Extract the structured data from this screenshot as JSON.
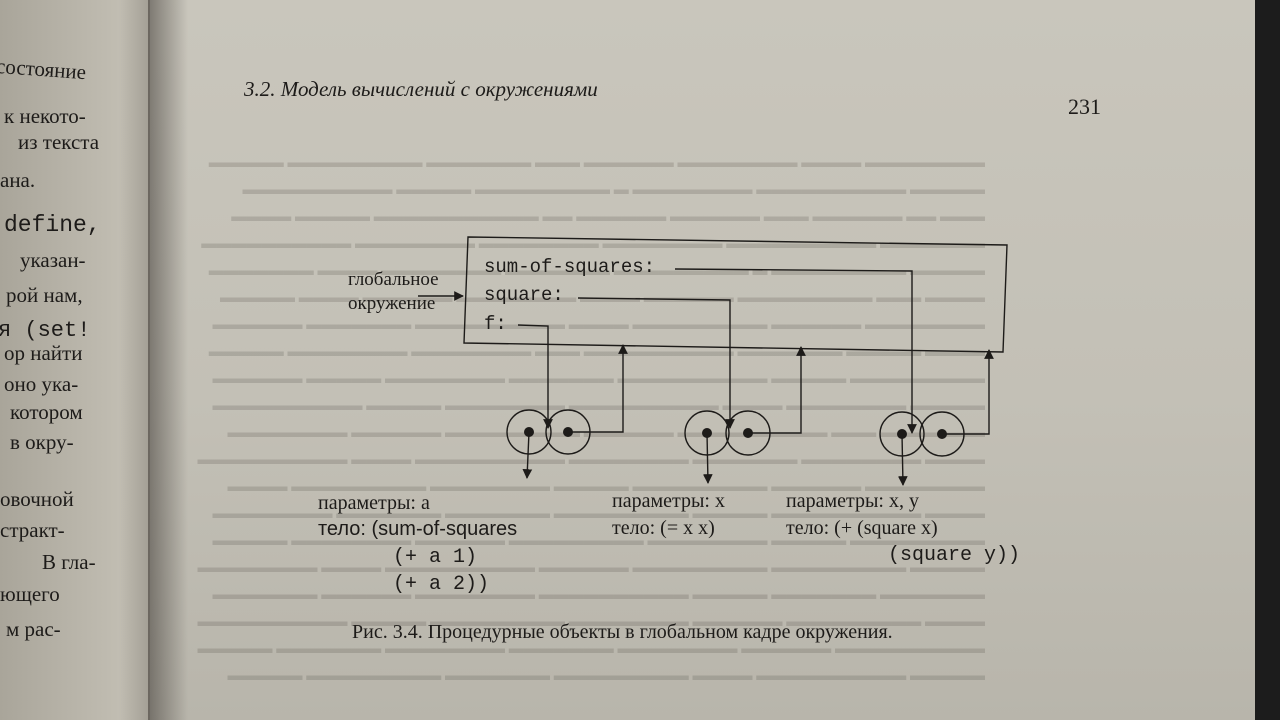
{
  "left_page": {
    "lines": [
      {
        "text": "состояние",
        "mono": false
      },
      {
        "text": "к некото-",
        "mono": false
      },
      {
        "text": "из текста",
        "mono": false
      },
      {
        "text": "ана.",
        "mono": false
      },
      {
        "text": "define,",
        "mono": true
      },
      {
        "text": "указан-",
        "mono": false
      },
      {
        "text": "рой нам,",
        "mono": false
      },
      {
        "text": "я (set!",
        "mono": true
      },
      {
        "text": "ор найти",
        "mono": false
      },
      {
        "text": "оно ука-",
        "mono": false
      },
      {
        "text": "котором",
        "mono": false
      },
      {
        "text": "в окру-",
        "mono": false
      },
      {
        "text": "овочной",
        "mono": false
      },
      {
        "text": "стракт-",
        "mono": false
      },
      {
        "text": "В гла-",
        "mono": false
      },
      {
        "text": "ющего",
        "mono": false
      },
      {
        "text": "м рас-",
        "mono": false
      }
    ]
  },
  "header": {
    "section_title": "3.2. Модель вычислений с окружениями",
    "page_number": "231"
  },
  "diagram": {
    "global_env_label_line1": "глобальное",
    "global_env_label_line2": "окружение",
    "bindings": [
      "sum-of-squares:",
      "square:",
      "f:"
    ],
    "procedures": [
      {
        "params": "параметры: a",
        "body": [
          "тело: (sum-of-squares",
          "(+ a 1)",
          "(+ a 2))"
        ]
      },
      {
        "params": "параметры: x",
        "body": [
          "тело: (= x x)"
        ]
      },
      {
        "params": "параметры: x, y",
        "body": [
          "тело: (+ (square x)",
          "(square y))"
        ]
      }
    ]
  },
  "caption": "Рис. 3.4. Процедурные объекты в глобальном кадре окружения."
}
